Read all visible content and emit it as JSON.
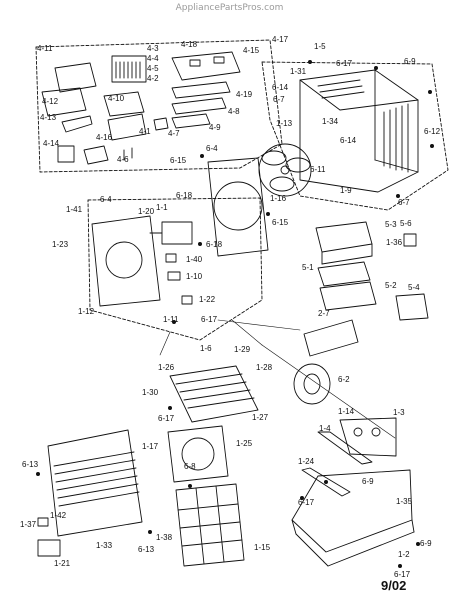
{
  "watermark": "AppliancePartsPros.com",
  "date_code": "9/02",
  "labels": [
    "4-17",
    "1-5",
    "6-9",
    "4-11",
    "4-18",
    "4-15",
    "4-3",
    "4-4",
    "4-5",
    "4-2",
    "1-31",
    "6-17",
    "6-14",
    "4-12",
    "4-10",
    "4-19",
    "4-8",
    "6-7",
    "1-34",
    "4-13",
    "4-9",
    "4-1",
    "4-7",
    "1-13",
    "6-12",
    "6-14",
    "4-14",
    "4-16",
    "4-6",
    "6-4",
    "6-15",
    "6-11",
    "1-9",
    "6-7",
    "1-41",
    "6-4",
    "6-18",
    "1-1",
    "1-20",
    "1-16",
    "6-15",
    "5-3",
    "5-6",
    "1-23",
    "6-18",
    "1-36",
    "1-40",
    "5-1",
    "1-10",
    "5-2",
    "5-4",
    "1-22",
    "1-12",
    "1-11",
    "6-17",
    "2-7",
    "1-6",
    "1-29",
    "6-2",
    "1-26",
    "1-28",
    "1-30",
    "1-14",
    "6-17",
    "1-27",
    "1-3",
    "1-17",
    "1-25",
    "1-4",
    "6-13",
    "6-8",
    "1-24",
    "6-9",
    "1-42",
    "1-35",
    "6-17",
    "1-37",
    "1-38",
    "1-33",
    "6-13",
    "1-15",
    "6-9",
    "1-21",
    "1-2",
    "6-17"
  ]
}
